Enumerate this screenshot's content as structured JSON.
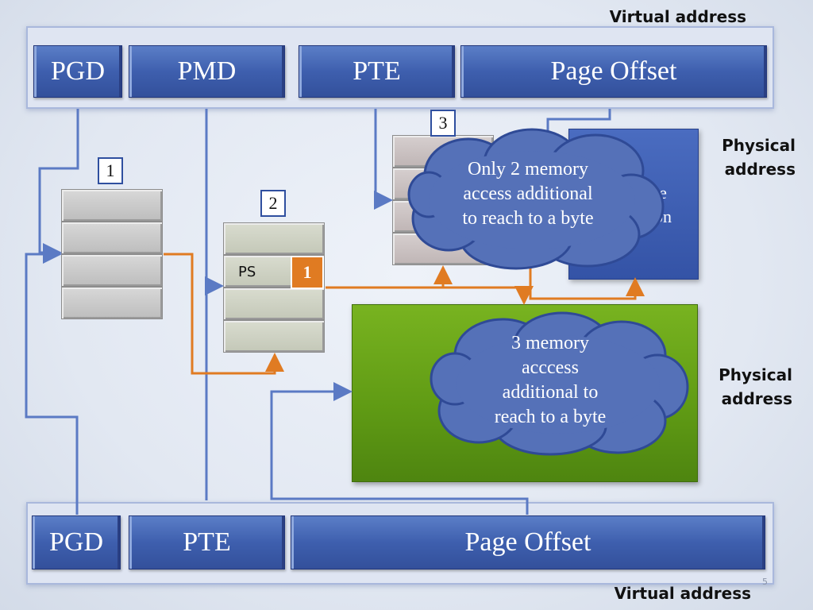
{
  "labels": {
    "virtual_address_top": "Virtual address",
    "virtual_address_bottom": "Virtual address",
    "physical_address_1": "Physical\naddress",
    "physical_address_2": "Physical\naddress"
  },
  "top_fields": [
    "PGD",
    "PMD",
    "PTE",
    "Page Offset"
  ],
  "bottom_fields": [
    "PGD",
    "PTE",
    "Page Offset"
  ],
  "tables": {
    "t1_number": "1",
    "t2_number": "2",
    "t3_number": "3",
    "ps_label": "PS",
    "ps_flag": "1"
  },
  "boxes": {
    "page_partial_line1": "e",
    "page_partial_line2": "on"
  },
  "clouds": {
    "cloud1": "Only 2 memory\naccess additional\nto reach to a byte",
    "cloud2": "3 memory\nacccess\nadditional to\nreach to a byte"
  },
  "footer": {
    "page_number": "5"
  },
  "colors": {
    "field_blue": "#3e5fae",
    "line_blue": "#5b7ac4",
    "arrow_orange": "#e07b22",
    "cloud_fill": "#5571b8",
    "green_box": "#6aa31c",
    "blue_box": "#3c5db0"
  }
}
